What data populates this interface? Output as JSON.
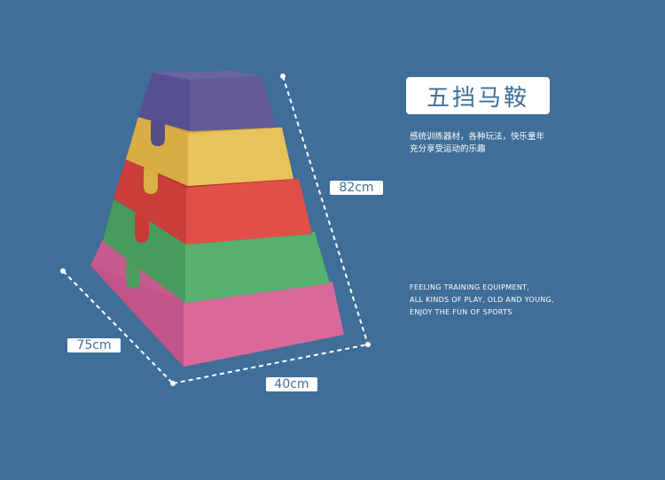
{
  "product": {
    "title": "五挡马鞍",
    "description_cn": [
      "感统训练器材，各种玩法，快乐童年",
      "充分享受运动的乐趣"
    ],
    "description_en": [
      "FEELING TRAINING EQUIPMENT,",
      "ALL KINDS OF PLAY, OLD AND YOUNG,",
      "ENJOY THE FUN OF SPORTS"
    ]
  },
  "dimensions": {
    "height": "82cm",
    "depth": "75cm",
    "width": "40cm"
  },
  "colors": {
    "background": "#3f6e98",
    "tier_purple": "#5e5591",
    "tier_yellow": "#e2b94d",
    "tier_red": "#d9433f",
    "tier_green": "#4faa66",
    "tier_pink": "#d66295"
  }
}
